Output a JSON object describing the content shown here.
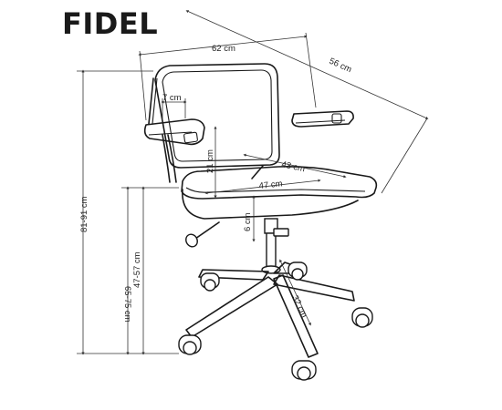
{
  "product": {
    "name": "FIDEL"
  },
  "dimensions": {
    "width": "62 cm",
    "depth": "56 cm",
    "arm_width": "7 cm",
    "backrest_height": "21 cm",
    "seat_depth": "43 cm",
    "seat_width": "47 cm",
    "seat_thickness": "6 cm",
    "total_height": "81-91 cm",
    "armrest_height": "65-75 cm",
    "seat_height": "47-57 cm",
    "base_radius": "32 cm"
  },
  "colors": {
    "line": "#1a1a1a",
    "dimension_line": "#333333",
    "background": "#ffffff"
  }
}
